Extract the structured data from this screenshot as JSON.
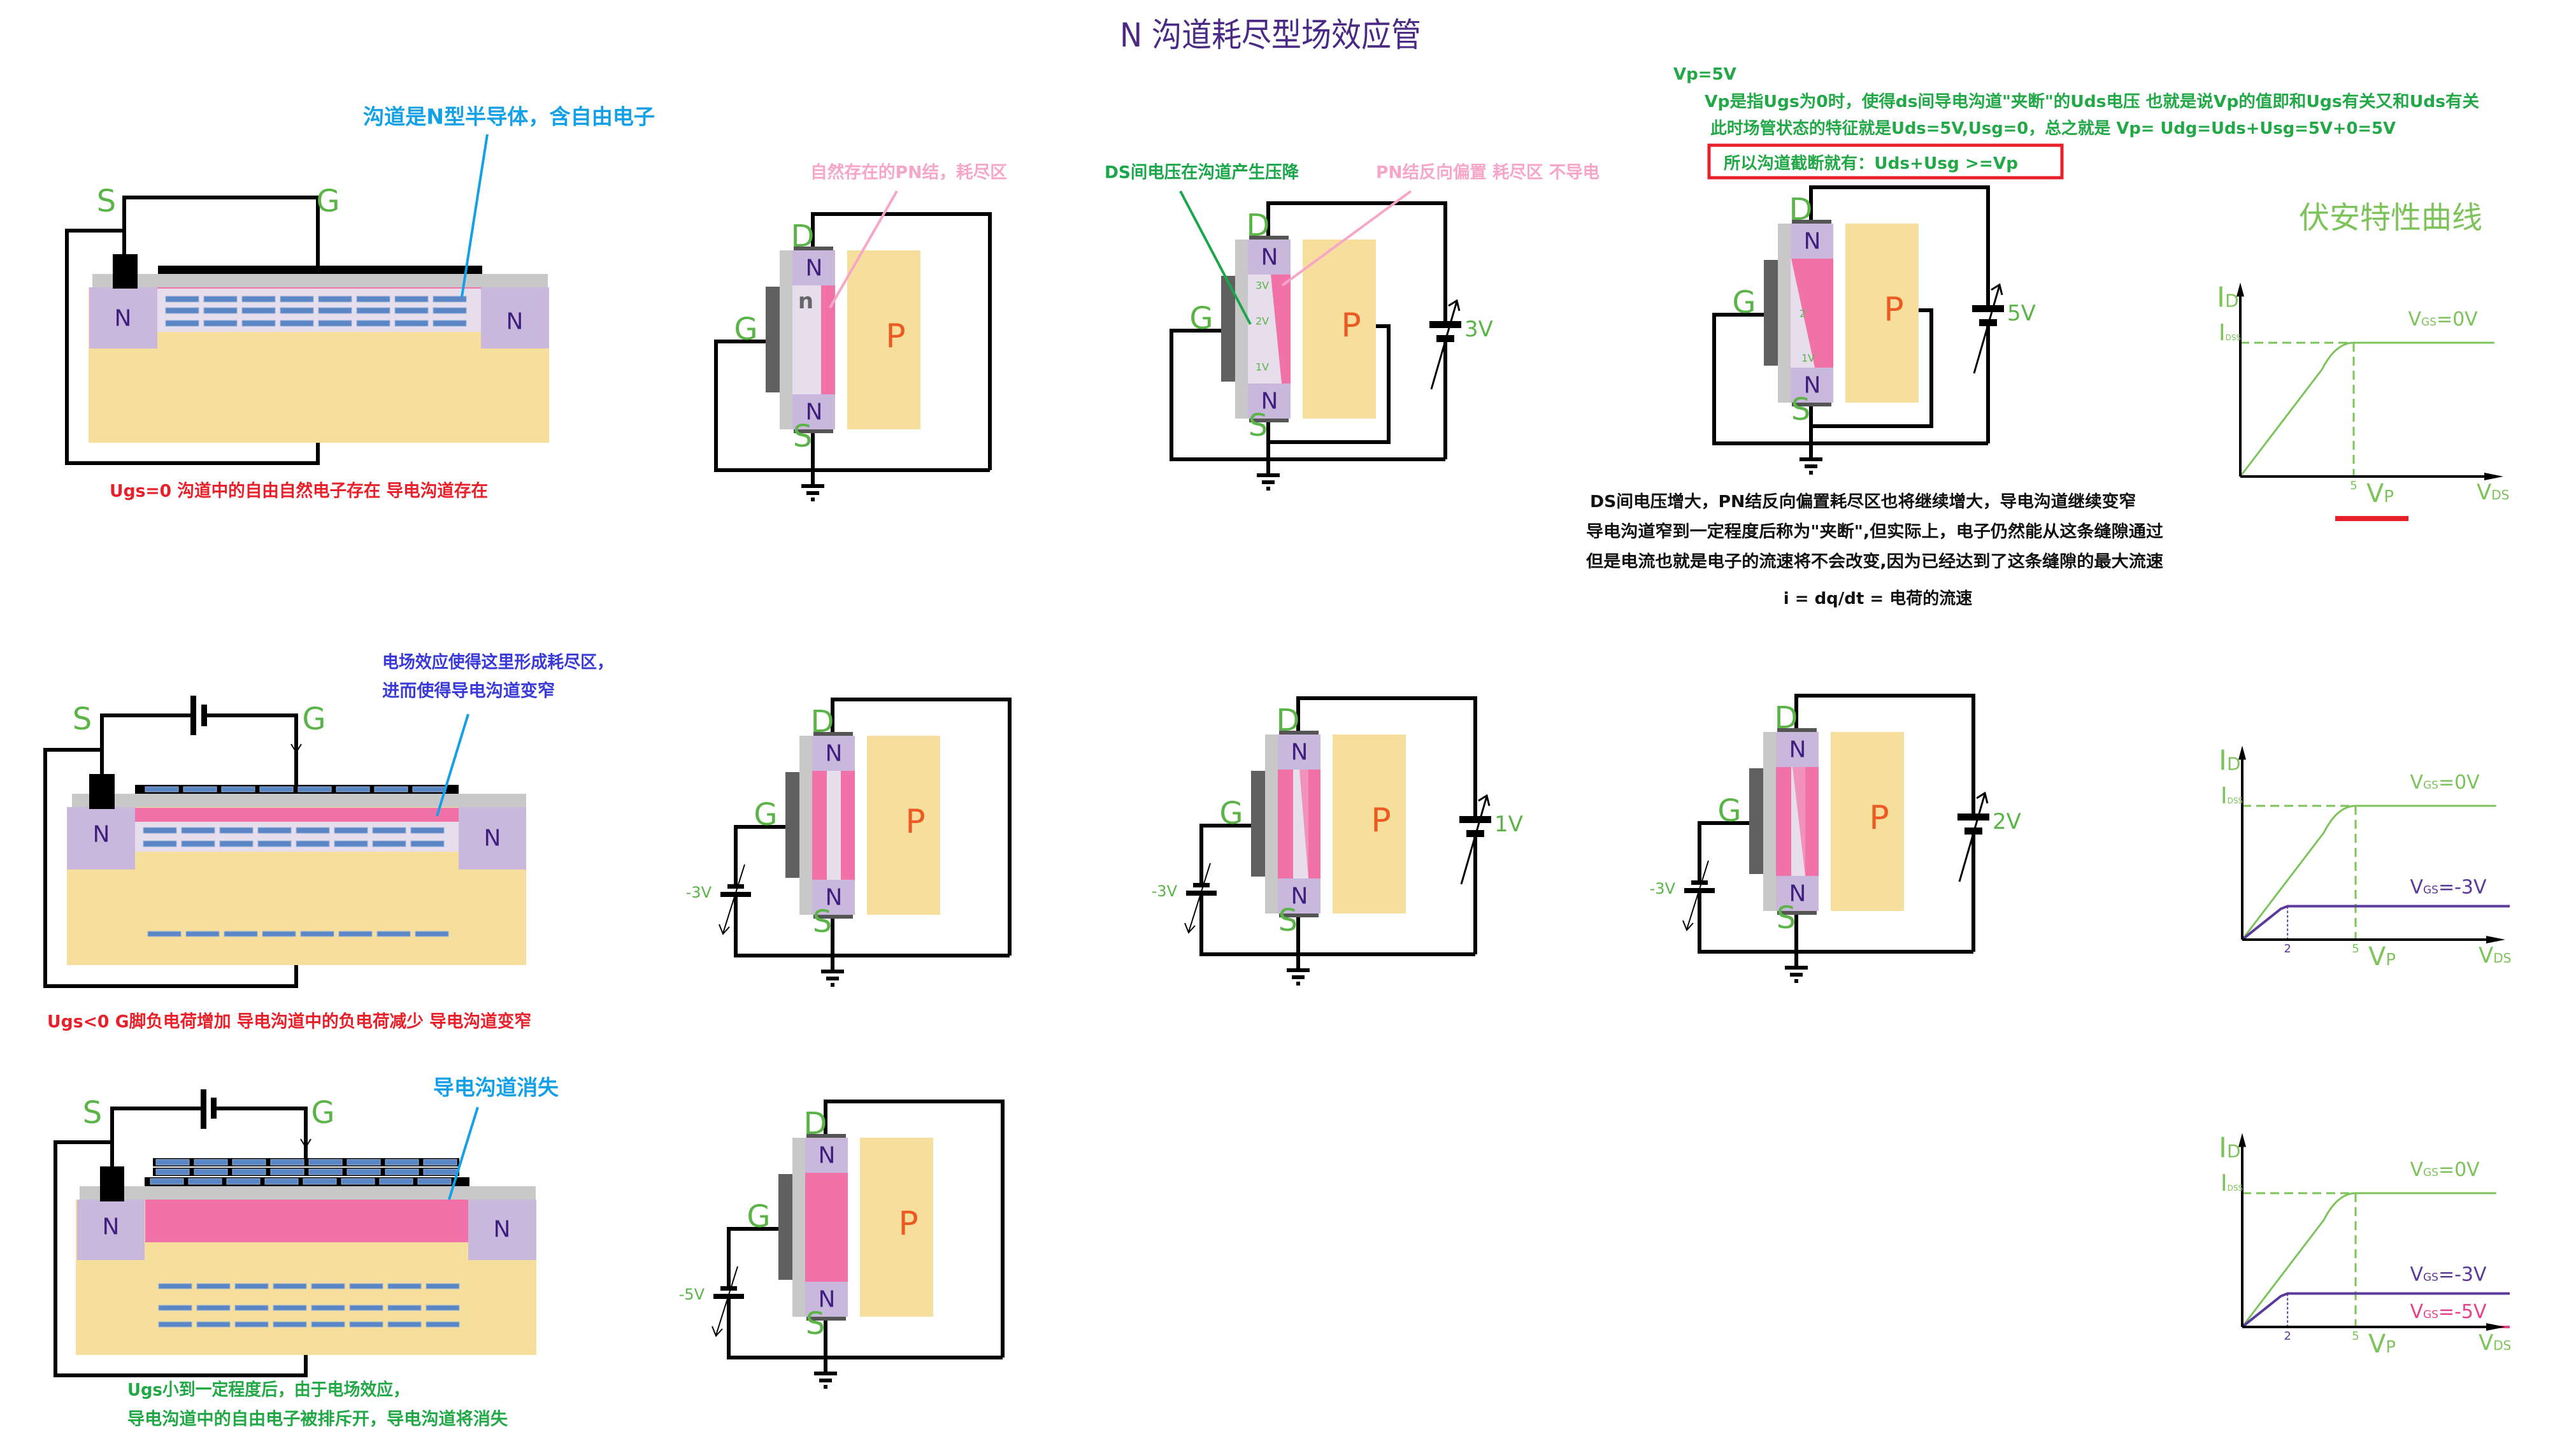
{
  "title": "N 沟道耗尽型场效应管",
  "terminals": {
    "drain": "D",
    "gate": "G",
    "source": "S",
    "n_region": "N",
    "p_region": "P"
  },
  "panel_zero_bias": {
    "annotation": "沟道是N型半导体，含自由电子",
    "caption": "Ugs=0 沟道中的自由自然电子存在 导电沟道存在"
  },
  "panel_negative_bias": {
    "annotation_line1": "电场效应使得这里形成耗尽区，",
    "annotation_line2": "进而使得导电沟道变窄",
    "caption": "Ugs<0 G脚负电荷增加 导电沟道中的负电荷减少 导电沟道变窄"
  },
  "panel_cutoff": {
    "annotation": "导电沟道消失",
    "caption_line1": "Ugs小到一定程度后，由于电场效应，",
    "caption_line2": "导电沟道中的自由电子被排斥开，导电沟道将消失"
  },
  "top_annotations": {
    "natural_pn": "自然存在的PN结，耗尽区",
    "ds_drop": "DS间电压在沟道产生压降",
    "reverse_bias": "PN结反向偏置 耗尽区 不导电"
  },
  "devices": [
    {
      "channel_label": "n"
    },
    {
      "drain_supply": "3V",
      "potentials": [
        "3V",
        "2V",
        "1V"
      ]
    },
    {
      "drain_supply": "5V",
      "potentials": [
        "2",
        "1V"
      ]
    },
    {
      "gate_supply": "-3V"
    },
    {
      "drain_supply": "1V",
      "gate_supply": "-3V"
    },
    {
      "drain_supply": "2V",
      "gate_supply": "-3V"
    },
    {
      "gate_supply": "-5V"
    }
  ],
  "pinchoff_notes": {
    "vp_value": "Vp=5V",
    "definition": "Vp是指Ugs为0时，使得ds间导电沟道\"夹断\"的Uds电压  也就是说Vp的值即和Ugs有关又和Uds有关",
    "state": "此时场管状态的特征就是Uds=5V,Usg=0，总之就是  Vp= Udg=Uds+Usg=5V+0=5V",
    "cutoff_condition": "所以沟道截断就有：Uds+Usg  >=Vp"
  },
  "saturation_notes": {
    "line1": "DS间电压增大，PN结反向偏置耗尽区也将继续增大，导电沟道继续变窄",
    "line2": "导电沟道窄到一定程度后称为\"夹断\",但实际上，电子仍然能从这条缝隙通过",
    "line3": "但是电流也就是电子的流速将不会改变,因为已经达到了这条缝隙的最大流速",
    "formula": "i = dq/dt = 电荷的流速"
  },
  "colors": {
    "title": "#4b2a85",
    "terminal_label": "#5bb447",
    "caption_red": "#e8202a",
    "annotation_blue": "#13a0e6",
    "annotation_pink": "#f7a6c8",
    "annotation_green": "#1aa64a",
    "n_region": "#c9b8dc",
    "p_region": "#f6df9c",
    "depletion": "#f072a8",
    "channel": "#e6dded",
    "oxide": "#c8c8c8",
    "electron": "#5b86c6"
  },
  "chart_data": [
    {
      "type": "line",
      "title": "伏安特性曲线",
      "y_label": {
        "main": "I",
        "sub": "D"
      },
      "x_label": {
        "main": "V",
        "sub": "DS"
      },
      "idss_label": {
        "main": "I",
        "sub": "DSS"
      },
      "vp_label": {
        "main": "V",
        "sub": "P"
      },
      "xlim": [
        0,
        11.6
      ],
      "ylim": [
        0,
        1.45
      ],
      "vp": 5,
      "vp_highlighted": true,
      "x_ticks": [
        {
          "value": 5,
          "label": "5",
          "color": "#7cc35a"
        }
      ],
      "series": [
        {
          "name": "VGS=0V",
          "label_main": "V",
          "label_sub": "GS",
          "label_value": "=0V",
          "color": "#7cc35a",
          "points": [
            [
              0,
              0
            ],
            [
              3.6,
              0.8
            ],
            [
              5,
              1
            ],
            [
              11.2,
              1
            ]
          ]
        }
      ]
    },
    {
      "type": "line",
      "y_label": {
        "main": "I",
        "sub": "D"
      },
      "x_label": {
        "main": "V",
        "sub": "DS"
      },
      "idss_label": {
        "main": "I",
        "sub": "DSS"
      },
      "vp_label": {
        "main": "V",
        "sub": "P"
      },
      "xlim": [
        0,
        11.6
      ],
      "ylim": [
        0,
        1.45
      ],
      "vp": 5,
      "x_ticks": [
        {
          "value": 2,
          "label": "2",
          "color": "#5a3a9a"
        },
        {
          "value": 5,
          "label": "5",
          "color": "#7cc35a"
        }
      ],
      "series": [
        {
          "name": "VGS=0V",
          "label_main": "V",
          "label_sub": "GS",
          "label_value": "=0V",
          "color": "#7cc35a",
          "points": [
            [
              0,
              0
            ],
            [
              3.6,
              0.8
            ],
            [
              5,
              1
            ],
            [
              11.2,
              1
            ]
          ]
        },
        {
          "name": "VGS=-3V",
          "label_main": "V",
          "label_sub": "GS",
          "label_value": "=-3V",
          "color": "#5a3a9a",
          "points": [
            [
              0,
              0
            ],
            [
              1.7,
              0.23
            ],
            [
              2,
              0.25
            ],
            [
              11.8,
              0.25
            ]
          ]
        }
      ]
    },
    {
      "type": "line",
      "y_label": {
        "main": "I",
        "sub": "D"
      },
      "x_label": {
        "main": "V",
        "sub": "DS"
      },
      "idss_label": {
        "main": "I",
        "sub": "DSS"
      },
      "vp_label": {
        "main": "V",
        "sub": "P"
      },
      "xlim": [
        0,
        11.6
      ],
      "ylim": [
        0,
        1.45
      ],
      "vp": 5,
      "x_ticks": [
        {
          "value": 2,
          "label": "2",
          "color": "#5a3a9a"
        },
        {
          "value": 5,
          "label": "5",
          "color": "#7cc35a"
        }
      ],
      "series": [
        {
          "name": "VGS=0V",
          "label_main": "V",
          "label_sub": "GS",
          "label_value": "=0V",
          "color": "#7cc35a",
          "points": [
            [
              0,
              0
            ],
            [
              3.6,
              0.8
            ],
            [
              5,
              1
            ],
            [
              11.2,
              1
            ]
          ]
        },
        {
          "name": "VGS=-3V",
          "label_main": "V",
          "label_sub": "GS",
          "label_value": "=-3V",
          "color": "#5a3a9a",
          "points": [
            [
              0,
              0
            ],
            [
              1.7,
              0.23
            ],
            [
              2,
              0.25
            ],
            [
              11.8,
              0.25
            ]
          ]
        },
        {
          "name": "VGS=-5V",
          "label_main": "V",
          "label_sub": "GS",
          "label_value": "=-5V",
          "color": "#e8408a",
          "points": [
            [
              0,
              0
            ],
            [
              11.8,
              0
            ]
          ]
        }
      ]
    }
  ]
}
